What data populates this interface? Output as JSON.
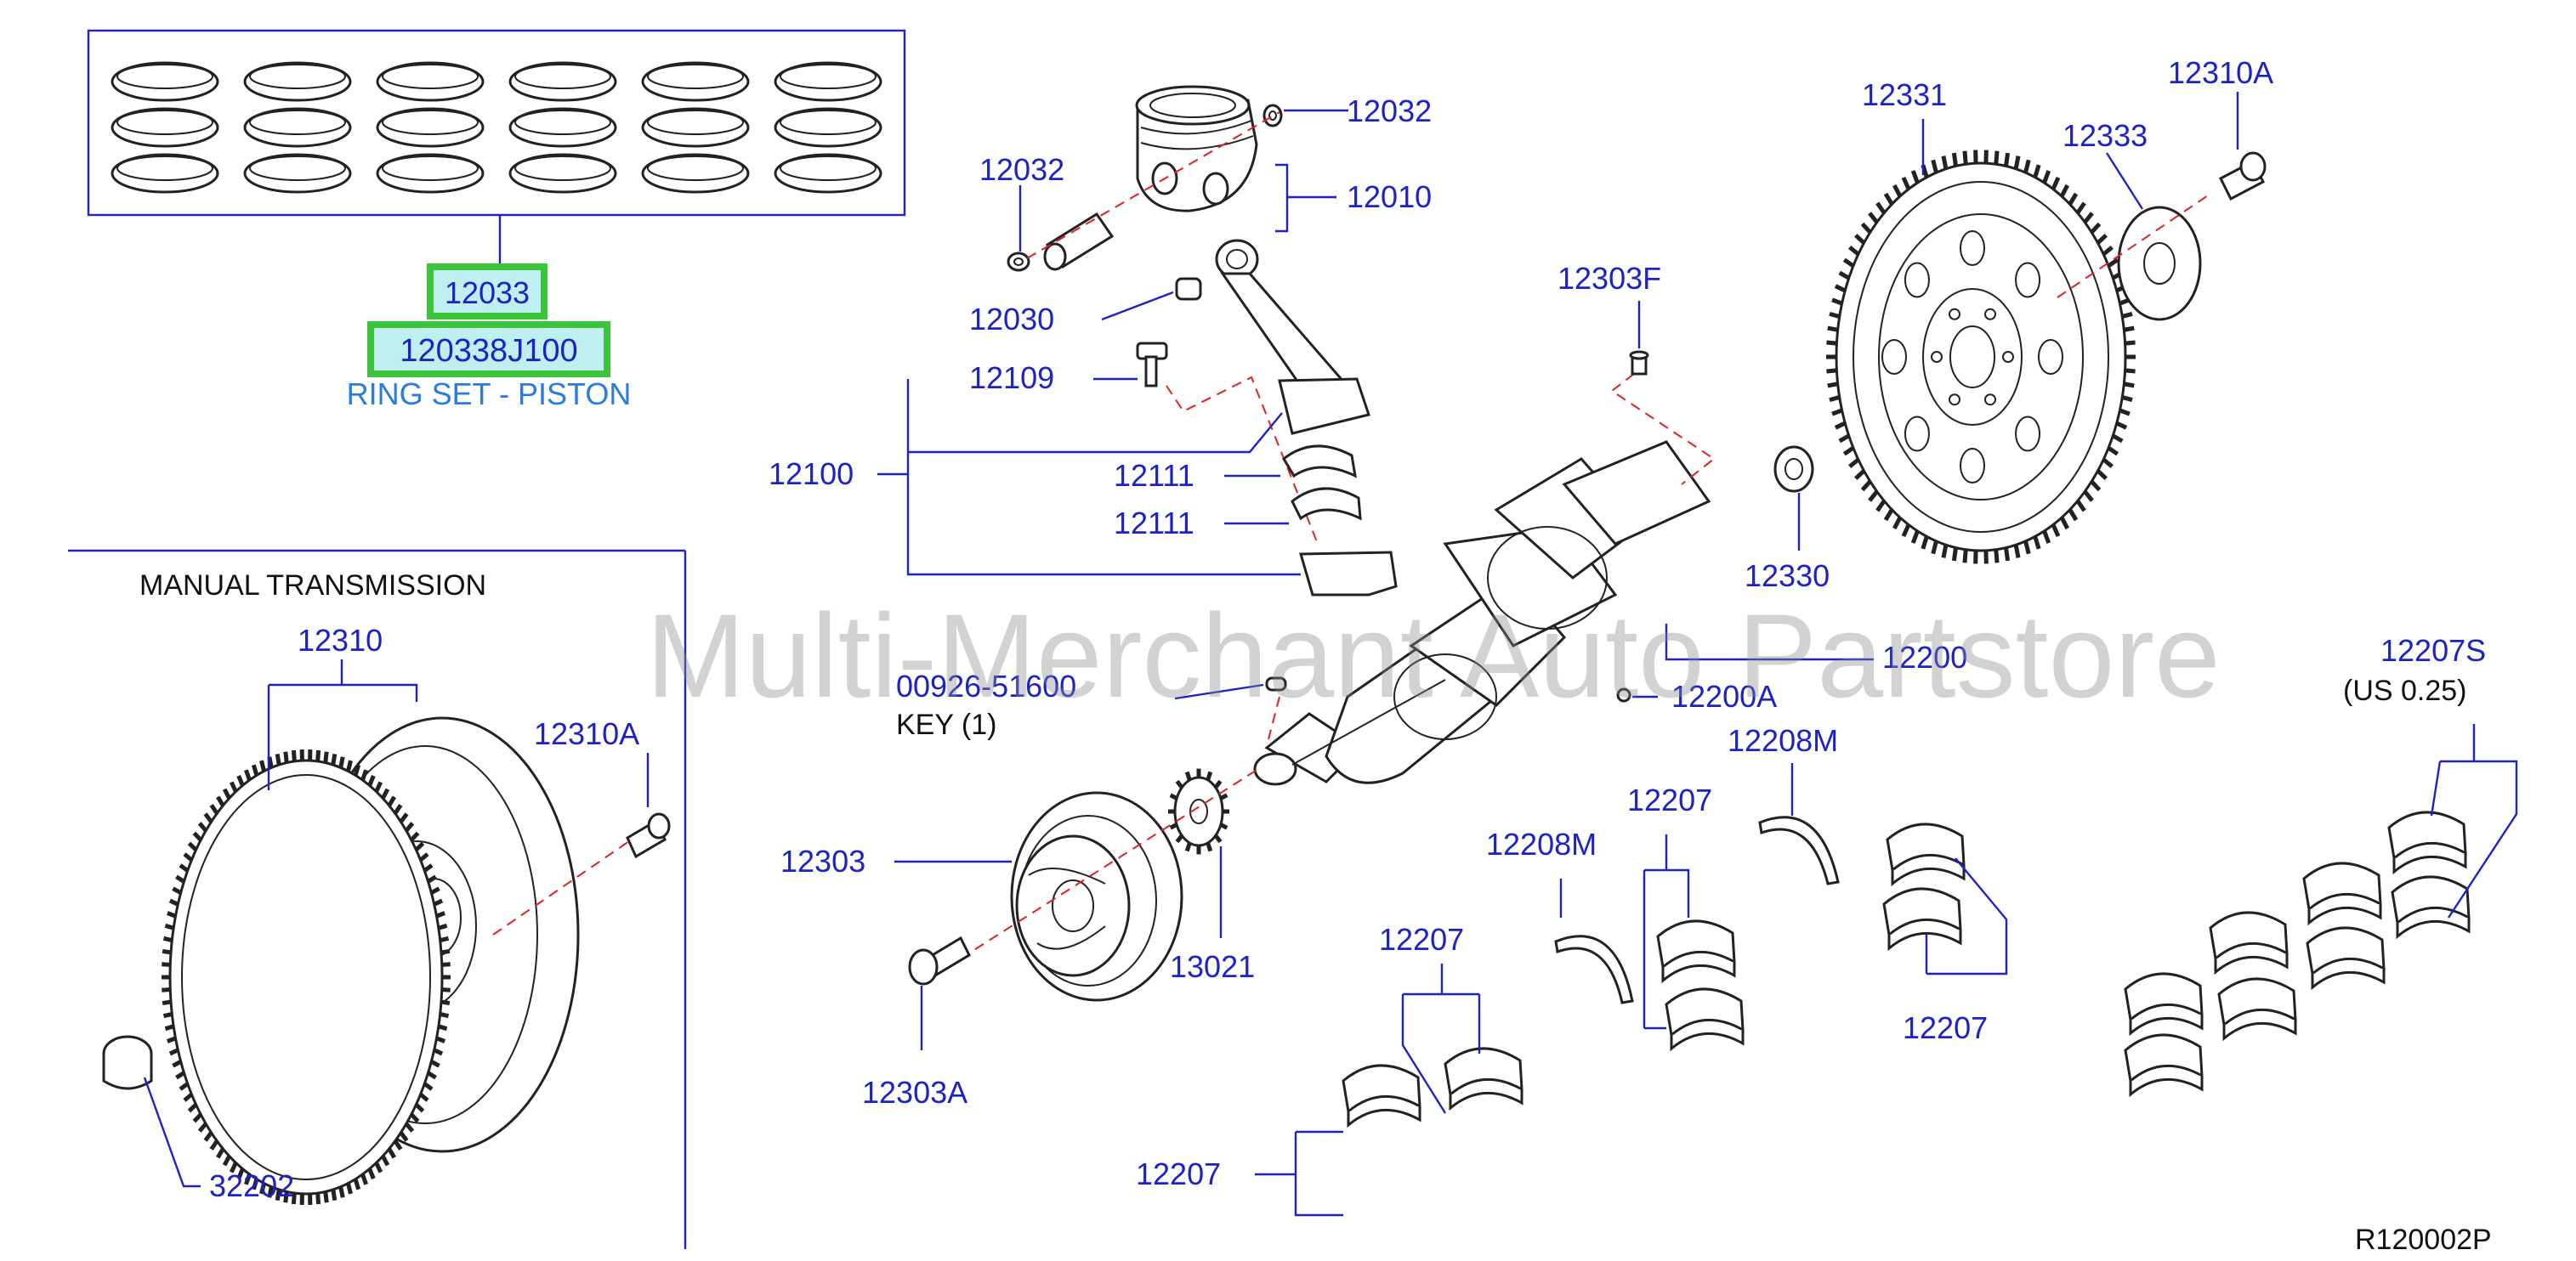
{
  "callouts": {
    "ring_set_ref": "12033",
    "ring_set_part_no": "120338J100",
    "ring_set_desc": "RING SET - PISTON",
    "piston_pin_snap_right": "12032",
    "piston_pin_snap_left": "12032",
    "piston": "12010",
    "piston_pin": "12030",
    "conrod_bolt": "12109",
    "conrod_assy": "12100",
    "conrod_bearing_upper": "12111",
    "conrod_bearing_lower": "12111",
    "pilot_pin": "12303F",
    "flywheel_at": "12331",
    "flywheel_plate": "12333",
    "flywheel_bolt_at": "12310A",
    "pilot_bushing": "12330",
    "crankshaft": "12200",
    "crank_plug": "12200A",
    "woodruff_key_no": "00926-51600",
    "woodruff_key_desc": "KEY    (1)",
    "main_bearing_std": "12207S",
    "main_bearing_us": "(US    0.25)",
    "thrust_washer_right": "12208M",
    "thrust_washer_left": "12208M",
    "main_bearing_a": "12207",
    "main_bearing_b": "12207",
    "main_bearing_c": "12207",
    "main_bearing_d": "12207",
    "crank_pulley": "12303",
    "pulley_bolt": "12303A",
    "crank_sprocket": "13021",
    "mt_section_title": "MANUAL    TRANSMISSION",
    "flywheel_mt": "12310",
    "flywheel_bolt_mt": "12310A",
    "pilot_converter": "32202"
  },
  "diagram_id": "R120002P",
  "watermark": "Multi-Merchant Auto Partstore",
  "colors": {
    "callout_text": "#1d22c8",
    "description_text": "#2a7be0",
    "highlight_border": "#3cc43c",
    "highlight_fill": "#bfeff0",
    "dashed_axis": "#e02020"
  }
}
